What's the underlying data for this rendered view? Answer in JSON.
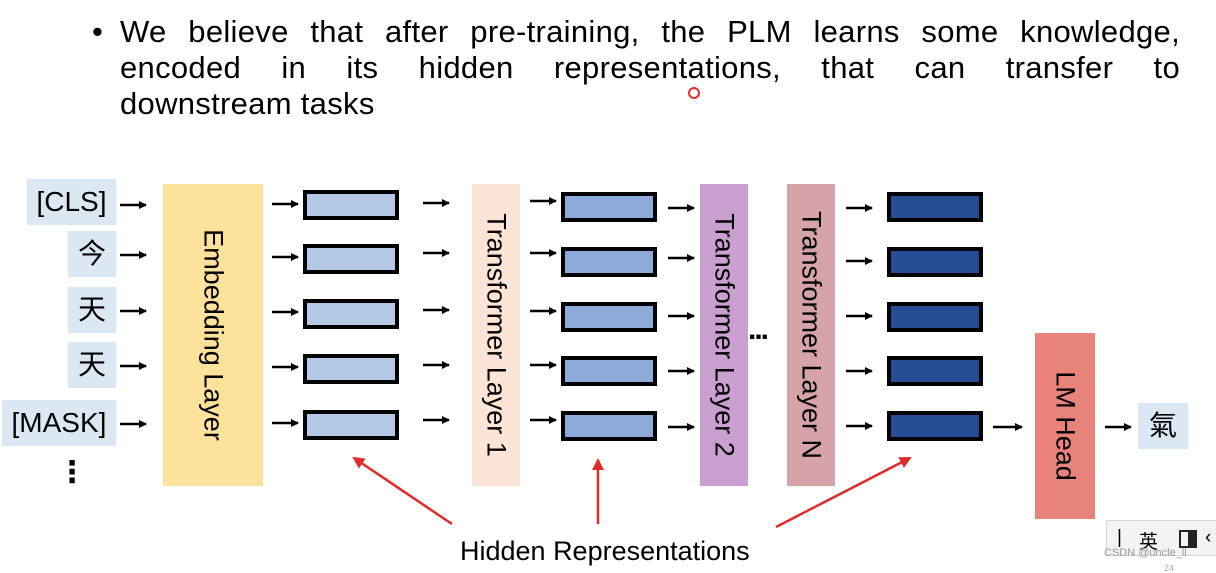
{
  "bullet": {
    "marker": "•",
    "lines": [
      "We believe that after pre-training, the PLM learns some knowledge,",
      "encoded in its hidden representations, that can transfer to",
      "downstream tasks"
    ]
  },
  "tokens": [
    "[CLS]",
    "今",
    "天",
    "天",
    "[MASK]"
  ],
  "token_ellipsis": "⋮",
  "layers": {
    "embedding": "Embedding Layer",
    "transformer1": "Transformer Layer 1",
    "transformer2": "Transformer Layer 2",
    "transformerN": "Transformer Layer N",
    "lm_head": "LM Head"
  },
  "middle_ellipsis": "...",
  "output_token": "氣",
  "caption": "Hidden Representations",
  "colors": {
    "token_bg": "#dbe8f4",
    "embedding": "#fde29b",
    "transformer1": "#fce4d6",
    "transformer2": "#c9a0cf",
    "transformerN": "#d5a3a8",
    "lm_head": "#e8837b",
    "hidden1": "#b5c9e6",
    "hidden2": "#8cabdb",
    "hiddenN": "#254d96",
    "red_arrow": "#e02b2b"
  },
  "ime": {
    "separator": "|",
    "mode": "英",
    "more": "‹"
  },
  "watermark": "CSDN @uncle_ll",
  "page_number": "24"
}
